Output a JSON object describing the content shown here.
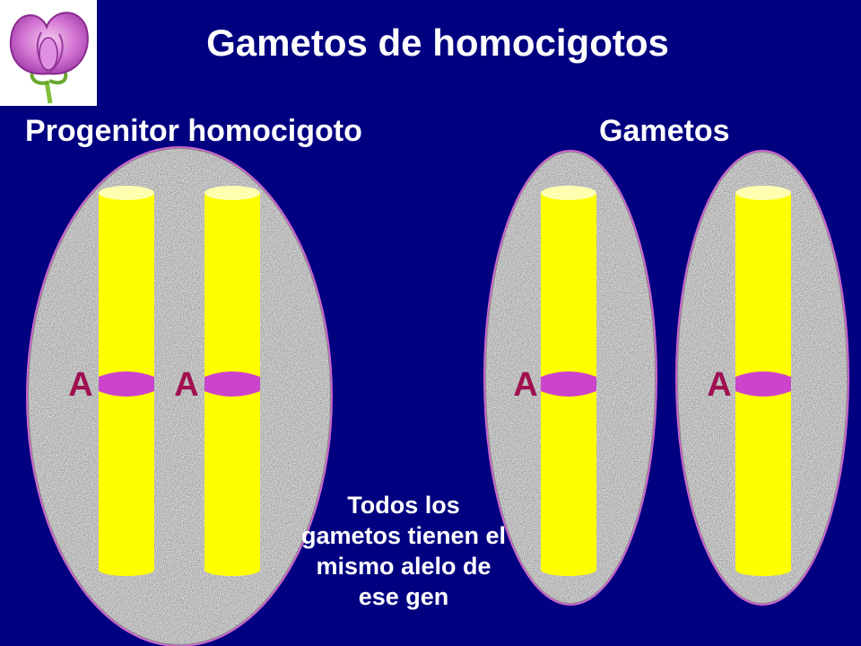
{
  "slide": {
    "title": "Gametos de homocigotos",
    "left_label": "Progenitor homocigoto",
    "right_label": "Gametos",
    "note": "Todos los gametos tienen el mismo alelo de ese gen"
  },
  "alleles": {
    "parent_1": "A",
    "parent_2": "A",
    "gamete_1": "A",
    "gamete_2": "A"
  },
  "colors": {
    "background": "#000080",
    "chromosome": "#ffff00",
    "allele_band": "#cc44cc",
    "cell": "#8a8a8a",
    "cell_border": "#cc66cc",
    "allele_text": "#a01050"
  },
  "icons": {
    "logo": "pea-flower-icon"
  }
}
